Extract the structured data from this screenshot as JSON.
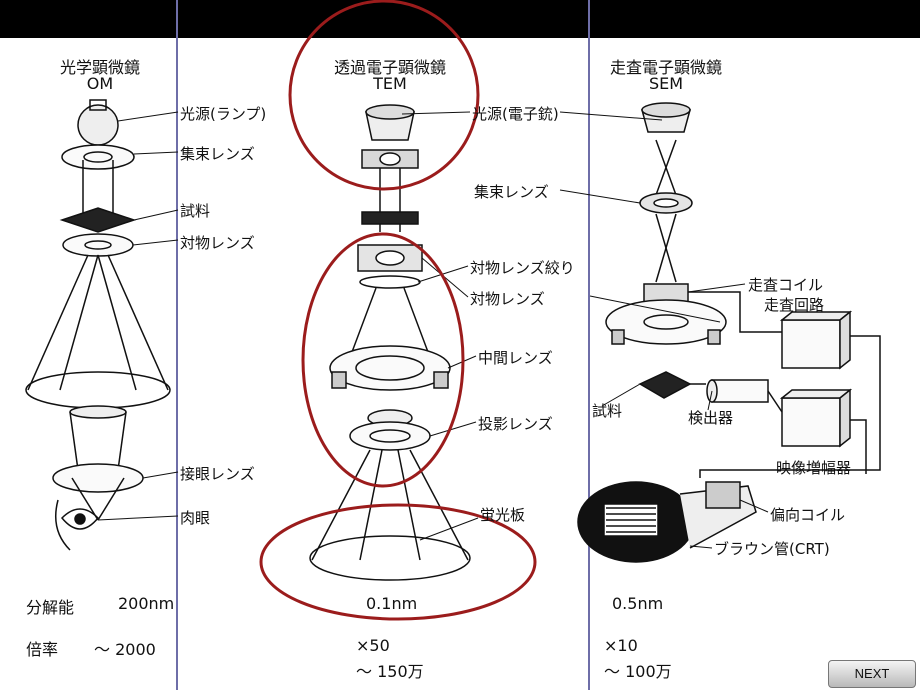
{
  "columns": {
    "om": {
      "title": "光学顕微鏡",
      "abbr": "OM"
    },
    "tem": {
      "title": "透過電子顕微鏡",
      "abbr": "TEM"
    },
    "sem": {
      "title": "走査電子顕微鏡",
      "abbr": "SEM"
    }
  },
  "labels": {
    "om": [
      "光源(ランプ)",
      "集束レンズ",
      "試料",
      "対物レンズ",
      "接眼レンズ",
      "肉眼"
    ],
    "tem": [
      "光源(電子銃)",
      "対物レンズ絞り",
      "対物レンズ",
      "中間レンズ",
      "投影レンズ",
      "蛍光板"
    ],
    "sem": [
      "集束レンズ",
      "走査コイル",
      "走査回路",
      "試料",
      "検出器",
      "映像増幅器",
      "偏向コイル",
      "ブラウン管(CRT)"
    ]
  },
  "resolution": {
    "label": "分解能",
    "om": "200nm",
    "tem": "0.1nm",
    "sem": "0.5nm"
  },
  "magnification": {
    "label": "倍率",
    "om": "～ 2000",
    "tem_low": "×50",
    "tem_high": "～ 150万",
    "sem_low": "×10",
    "sem_high": "～ 100万"
  },
  "highlight_color": "#9b1c1c",
  "panel_border_color": "#6e6ea8",
  "next_button": {
    "label": "NEXT"
  }
}
